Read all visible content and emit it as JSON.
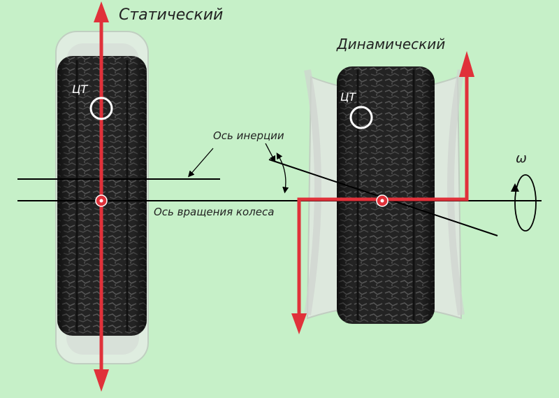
{
  "labels": {
    "static": "Статический",
    "dynamic": "Динамический",
    "cg_left": "ЦТ",
    "cg_right": "ЦТ",
    "inertia_axis": "Ось инерции",
    "rotation_axis": "Ось вращения колеса",
    "omega": "ω"
  },
  "colors": {
    "background": "#c6f0c8",
    "arrow": "#e0313a",
    "tire": "#1c1c1c",
    "line": "#000000"
  }
}
